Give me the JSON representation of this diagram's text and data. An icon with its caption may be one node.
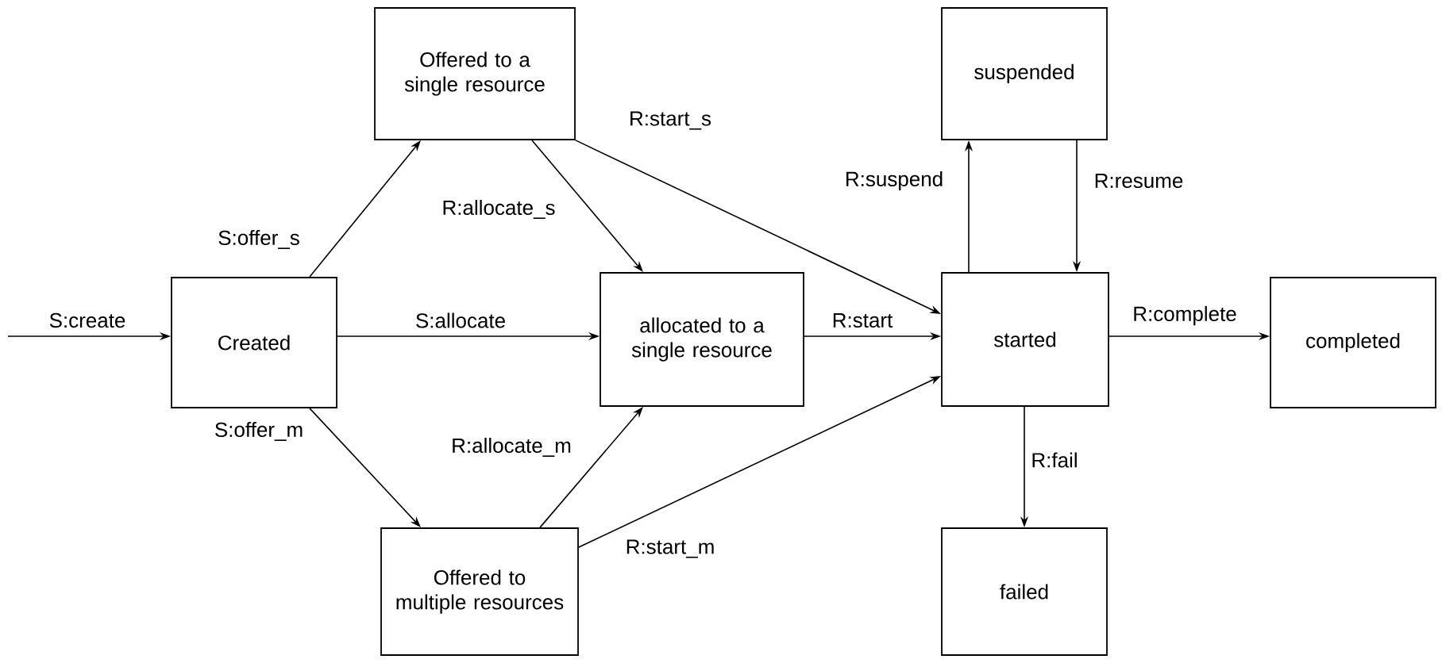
{
  "diagram": {
    "nodes": [
      {
        "text": [
          "Created"
        ]
      },
      {
        "text": [
          "Offered to a single resource"
        ]
      },
      {
        "text": [
          "allocated to a single resource"
        ]
      },
      {
        "text": [
          "Offered to multiple resources"
        ]
      },
      {
        "text": [
          "suspended"
        ]
      },
      {
        "text": [
          "started"
        ]
      },
      {
        "text": [
          "completed"
        ]
      },
      {
        "text": [
          "failed"
        ]
      }
    ],
    "edges": [
      {
        "from": null,
        "to": 0,
        "arrow": "to",
        "label": "S:create"
      },
      {
        "from": 0,
        "to": 1,
        "arrow": "to",
        "label": "S:offer_s"
      },
      {
        "from": 0,
        "to": 2,
        "arrow": "to",
        "label": "S:allocate"
      },
      {
        "from": 0,
        "to": 3,
        "arrow": "to",
        "label": "S:offer_m"
      },
      {
        "from": 1,
        "to": 2,
        "arrow": "to",
        "label": "R:allocate_s"
      },
      {
        "from": 1,
        "to": 5,
        "arrow": "to",
        "label": "R:start_s"
      },
      {
        "from": 3,
        "to": 2,
        "arrow": "to",
        "label": "R:allocate_m"
      },
      {
        "from": 3,
        "to": 5,
        "arrow": "to",
        "label": "R:start_m"
      },
      {
        "from": 2,
        "to": 5,
        "arrow": "to",
        "label": "R:start"
      },
      {
        "from": 5,
        "to": 4,
        "arrow": "to",
        "label": "R:suspend"
      },
      {
        "from": 4,
        "to": 5,
        "arrow": "to",
        "label": "R:resume"
      },
      {
        "from": 5,
        "to": 6,
        "arrow": "to",
        "label": "R:complete"
      },
      {
        "from": 5,
        "to": 7,
        "arrow": "to",
        "label": "R:fail"
      }
    ]
  }
}
